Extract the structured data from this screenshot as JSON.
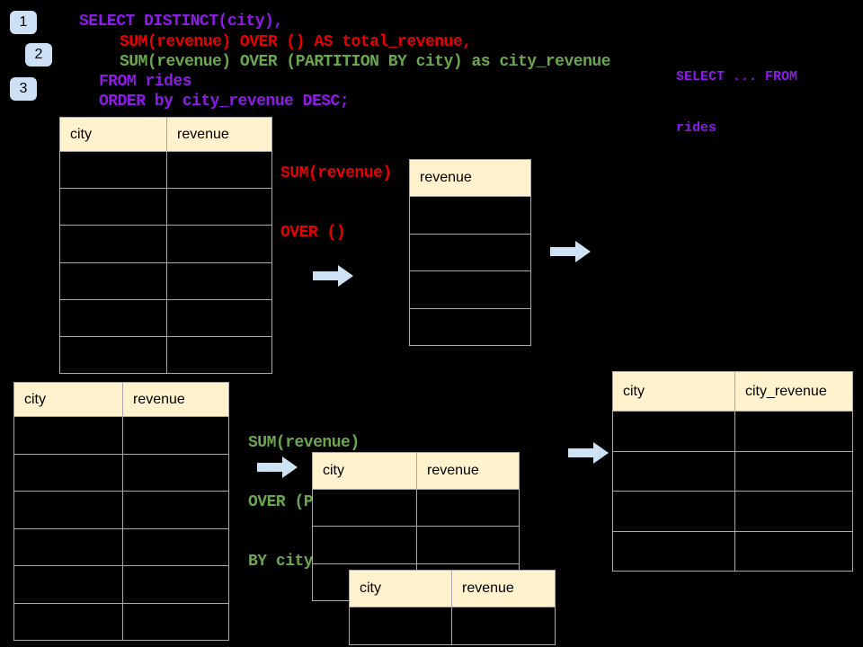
{
  "slide_topic": "SQL window functions: SUM OVER () vs SUM OVER (PARTITION BY)",
  "colors": {
    "background": "#000000",
    "sql_purple": "#8E1BE8",
    "sql_red": "#E80000",
    "sql_green": "#6AA84F",
    "table_header_fill": "#FFF2CC",
    "table_border": "#A8A8A8",
    "arrow_fill": "#CFE2F3",
    "badge_fill": "#CDE0F5"
  },
  "badges": {
    "one": "1",
    "two": "2",
    "three": "3"
  },
  "sql": {
    "line1": "SELECT DISTINCT(city),",
    "line2": "SUM(revenue) OVER () AS total_revenue,",
    "line3": "SUM(revenue) OVER (PARTITION BY city) as city_revenue",
    "line4": "FROM rides",
    "line5": "ORDER by city_revenue DESC;"
  },
  "side_note": {
    "line1": "SELECT ... FROM",
    "line2": "rides"
  },
  "annotation_total": {
    "line1": "SUM(revenue)",
    "line2": "OVER ()"
  },
  "annotation_partition": {
    "line1": "SUM(revenue)",
    "line2": "OVER (PARTITION",
    "line3": "BY city)"
  },
  "tables": {
    "source_top": {
      "headers": [
        "city",
        "revenue"
      ],
      "row_count": 6,
      "cells_empty": true
    },
    "total_revenue": {
      "headers": [
        "revenue"
      ],
      "row_count": 4,
      "cells_empty": true
    },
    "source_bottom": {
      "headers": [
        "city",
        "revenue"
      ],
      "row_count": 6,
      "cells_empty": true
    },
    "partition_mid": {
      "headers": [
        "city",
        "revenue"
      ],
      "row_count": 3,
      "cells_empty": true
    },
    "partition_overlay": {
      "headers": [
        "city",
        "revenue"
      ],
      "row_count": 1,
      "cells_empty": true
    },
    "city_revenue": {
      "headers": [
        "city",
        "city_revenue"
      ],
      "row_count": 4,
      "cells_empty": true
    }
  }
}
